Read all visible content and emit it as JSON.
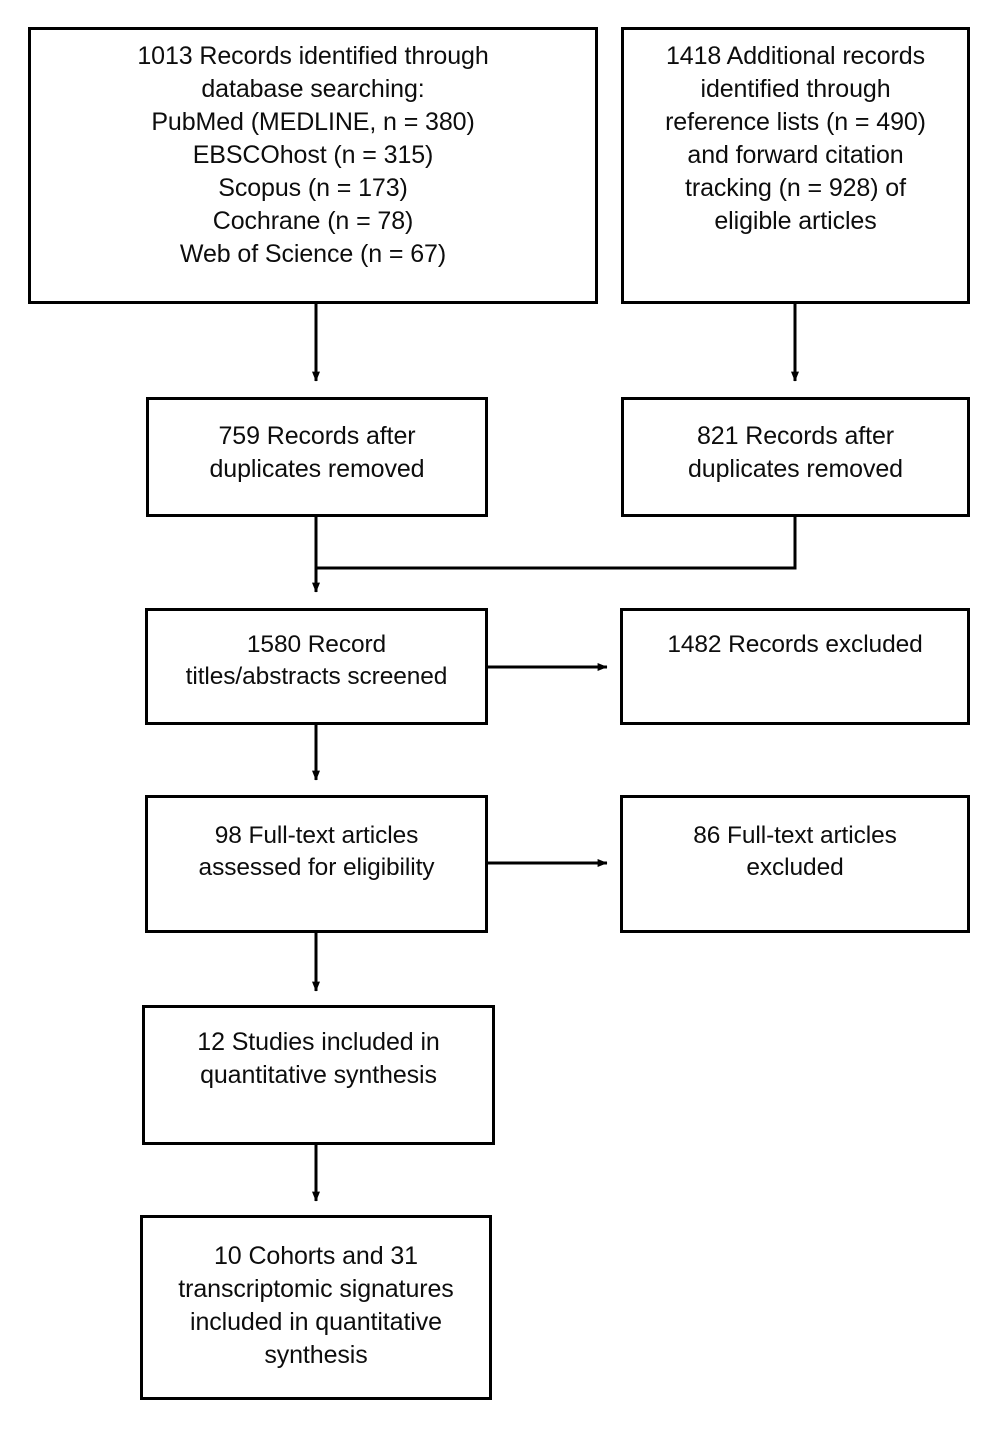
{
  "diagram": {
    "type": "prisma-flow-diagram",
    "title": "",
    "line_color": "#000000",
    "text_color": "#0D0D0D",
    "background": "#FFFFFF",
    "boxes": [
      {
        "id": "identification-database",
        "name": "records-identified-database-box",
        "text": "1013 Records identified through\ndatabase searching:\nPubMed (MEDLINE, n = 380)\nEBSCOhost (n = 315)\nScopus (n = 173)\nCochrane (n = 78)\nWeb of Science (n = 67)",
        "total": 1013,
        "sources": [
          {
            "label": "PubMed (MEDLINE)",
            "n": 380
          },
          {
            "label": "EBSCOhost",
            "n": 315
          },
          {
            "label": "Scopus",
            "n": 173
          },
          {
            "label": "Cochrane",
            "n": 78
          },
          {
            "label": "Web of Science",
            "n": 67
          }
        ]
      },
      {
        "id": "identification-additional",
        "name": "additional-records-box",
        "text": "1418 Additional records\nidentified through\nreference lists (n = 490)\nand forward citation\ntracking (n = 928) of\neligible articles",
        "total": 1418,
        "sources": [
          {
            "label": "reference lists",
            "n": 490
          },
          {
            "label": "forward citation tracking",
            "n": 928
          }
        ]
      },
      {
        "id": "dedup-left",
        "name": "records-after-duplicates-left-box",
        "text": "759 Records after\nduplicates removed",
        "total": 759
      },
      {
        "id": "dedup-right",
        "name": "records-after-duplicates-right-box",
        "text": "821 Records after\nduplicates removed",
        "total": 821
      },
      {
        "id": "screened",
        "name": "records-screened-box",
        "text": "1580 Record\ntitles/abstracts screened",
        "total": 1580
      },
      {
        "id": "screened-excluded",
        "name": "records-excluded-box",
        "text": "1482 Records excluded",
        "total": 1482
      },
      {
        "id": "fulltext-assessed",
        "name": "fulltext-assessed-box",
        "text": "98 Full-text articles\nassessed for eligibility",
        "total": 98
      },
      {
        "id": "fulltext-excluded",
        "name": "fulltext-excluded-box",
        "text": "86 Full-text articles\nexcluded",
        "total": 86
      },
      {
        "id": "studies-included",
        "name": "studies-included-box",
        "text": "12 Studies included in\nquantitative synthesis",
        "total": 12
      },
      {
        "id": "cohorts-included",
        "name": "cohorts-signatures-included-box",
        "text": "10 Cohorts and 31\ntranscriptomic signatures\nincluded in quantitative\nsynthesis",
        "cohorts": 10,
        "signatures": 31
      }
    ]
  }
}
